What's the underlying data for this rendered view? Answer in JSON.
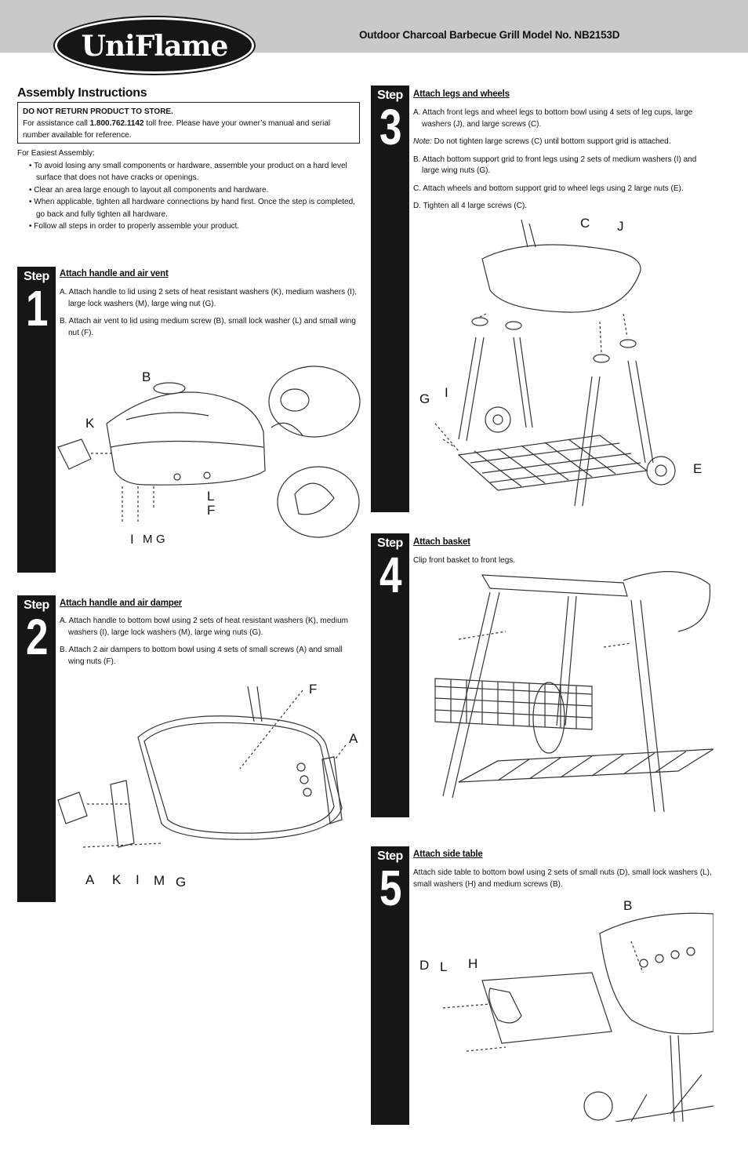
{
  "header": {
    "brand": "UniFlame",
    "title": "Outdoor Charcoal Barbecue Grill Model No. NB2153D"
  },
  "intro": {
    "section_title": "Assembly Instructions",
    "notice_heading": "DO NOT RETURN PRODUCT TO STORE.",
    "notice_pre": "For assistance call ",
    "notice_phone": "1.800.762.1142",
    "notice_post": " toll free. Please have your owner’s manual and serial number available for reference.",
    "easiest_heading": "For Easiest Assembly:",
    "easiest_items": [
      "To avoid losing any small components or hardware, assemble your product on a hard level surface that does not have cracks or openings.",
      "Clear an area large enough to layout all components and hardware.",
      "When applicable, tighten all hardware connections by hand first. Once the step is completed, go back and fully tighten all hardware.",
      "Follow all steps in order to properly assemble your product."
    ]
  },
  "steps": [
    {
      "word": "Step",
      "number": "1",
      "title": "Attach handle and air vent",
      "lines": [
        "A. Attach handle to lid using 2 sets of heat resistant washers (K), medium washers (I), large lock washers (M), large wing nut (G).",
        "B. Attach air vent to lid using medium screw (B), small lock washer (L) and small wing nut (F)."
      ],
      "labels": [
        "B",
        "K",
        "L",
        "F",
        "I",
        "M",
        "G"
      ]
    },
    {
      "word": "Step",
      "number": "2",
      "title": "Attach handle and air damper",
      "lines": [
        "A. Attach handle to bottom bowl using 2 sets of heat resistant washers (K), medium washers (I), large lock washers (M), large wing nuts (G).",
        "B. Attach 2 air dampers to bottom bowl using 4 sets of small screws (A) and small wing nuts (F)."
      ],
      "labels": [
        "F",
        "A",
        "A",
        "K",
        "I",
        "M",
        "G"
      ]
    },
    {
      "word": "Step",
      "number": "3",
      "title": "Attach legs and wheels",
      "lines": [
        "A. Attach front legs and wheel legs to bottom bowl using 4 sets of leg cups, large washers (J), and large screws (C).",
        "B. Attach bottom support grid to front legs using 2 sets of medium washers (I) and large wing nuts (G).",
        "C. Attach wheels and bottom support grid to wheel legs using 2 large nuts (E).",
        "D. Tighten all 4 large screws (C)."
      ],
      "note_label": "Note:",
      "note_text": " Do not tighten large screws (C) until bottom support grid is attached.",
      "labels": [
        "C",
        "J",
        "G",
        "I",
        "E"
      ]
    },
    {
      "word": "Step",
      "number": "4",
      "title": "Attach basket",
      "lines": [
        "Clip front basket to front legs."
      ]
    },
    {
      "word": "Step",
      "number": "5",
      "title": "Attach side table",
      "lines": [
        "Attach side table to bottom bowl using 2 sets of small nuts (D), small lock washers (L), small washers (H) and medium screws (B)."
      ],
      "labels": [
        "B",
        "D",
        "L",
        "H"
      ]
    }
  ]
}
